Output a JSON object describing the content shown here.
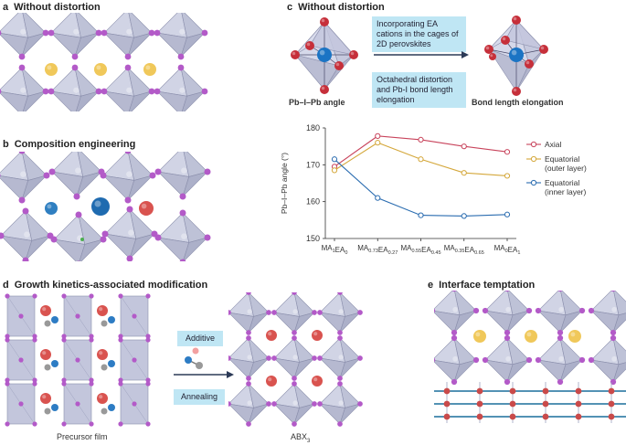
{
  "panels": {
    "a": {
      "letter": "a",
      "title": "Without distortion"
    },
    "b": {
      "letter": "b",
      "title": "Composition engineering"
    },
    "c": {
      "letter": "c",
      "title": "Without distortion",
      "box_top": "Incorporating EA cations in the cages of 2D perovskites",
      "box_bottom": "Octahedral distortion and Pb-I bond length elongation",
      "left_caption": "Pb–I–Pb angle",
      "right_caption": "Bond length elongation"
    },
    "d": {
      "letter": "d",
      "title": "Growth kinetics-associated modification",
      "additive": "Additive",
      "annealing": "Annealing",
      "precursor": "Precursor film",
      "product": "ABX",
      "product_sub": "3"
    },
    "e": {
      "letter": "e",
      "title": "Interface temptation"
    }
  },
  "colors": {
    "octahedron": "#b9bdd6",
    "octahedron_edge": "#8c90ad",
    "iodide": "#b35ac8",
    "a_site_yellow": "#f0c85a",
    "a_site_red": "#d9534f",
    "a_site_blue": "#2f7fc1",
    "axial": "#c8435b",
    "equatorial_outer": "#d4a73a",
    "equatorial_inner": "#2a6cb0",
    "box": "#bfe6f4"
  },
  "chart_data": {
    "type": "line",
    "ylabel": "Pb–I–Pb angle (°)",
    "ylim": [
      150,
      180
    ],
    "yticks": [
      150,
      160,
      170,
      180
    ],
    "categories": [
      {
        "base": "MA",
        "s1": "1",
        "mid": "EA",
        "s2": "0"
      },
      {
        "base": "MA",
        "s1": "0.73",
        "mid": "EA",
        "s2": "0.27"
      },
      {
        "base": "MA",
        "s1": "0.55",
        "mid": "EA",
        "s2": "0.45"
      },
      {
        "base": "MA",
        "s1": "0.35",
        "mid": "EA",
        "s2": "0.65"
      },
      {
        "base": "MA",
        "s1": "0",
        "mid": "EA",
        "s2": "1"
      }
    ],
    "series": [
      {
        "name": "Axial",
        "values": [
          169.5,
          177.8,
          176.8,
          175.0,
          173.5
        ]
      },
      {
        "name": "Equatorial (outer layer)",
        "values": [
          168.5,
          176.0,
          171.5,
          167.8,
          167.0
        ]
      },
      {
        "name": "Equatorial (inner layer)",
        "values": [
          171.5,
          161.0,
          156.3,
          156.1,
          156.5
        ]
      }
    ],
    "legend_position": "right"
  }
}
